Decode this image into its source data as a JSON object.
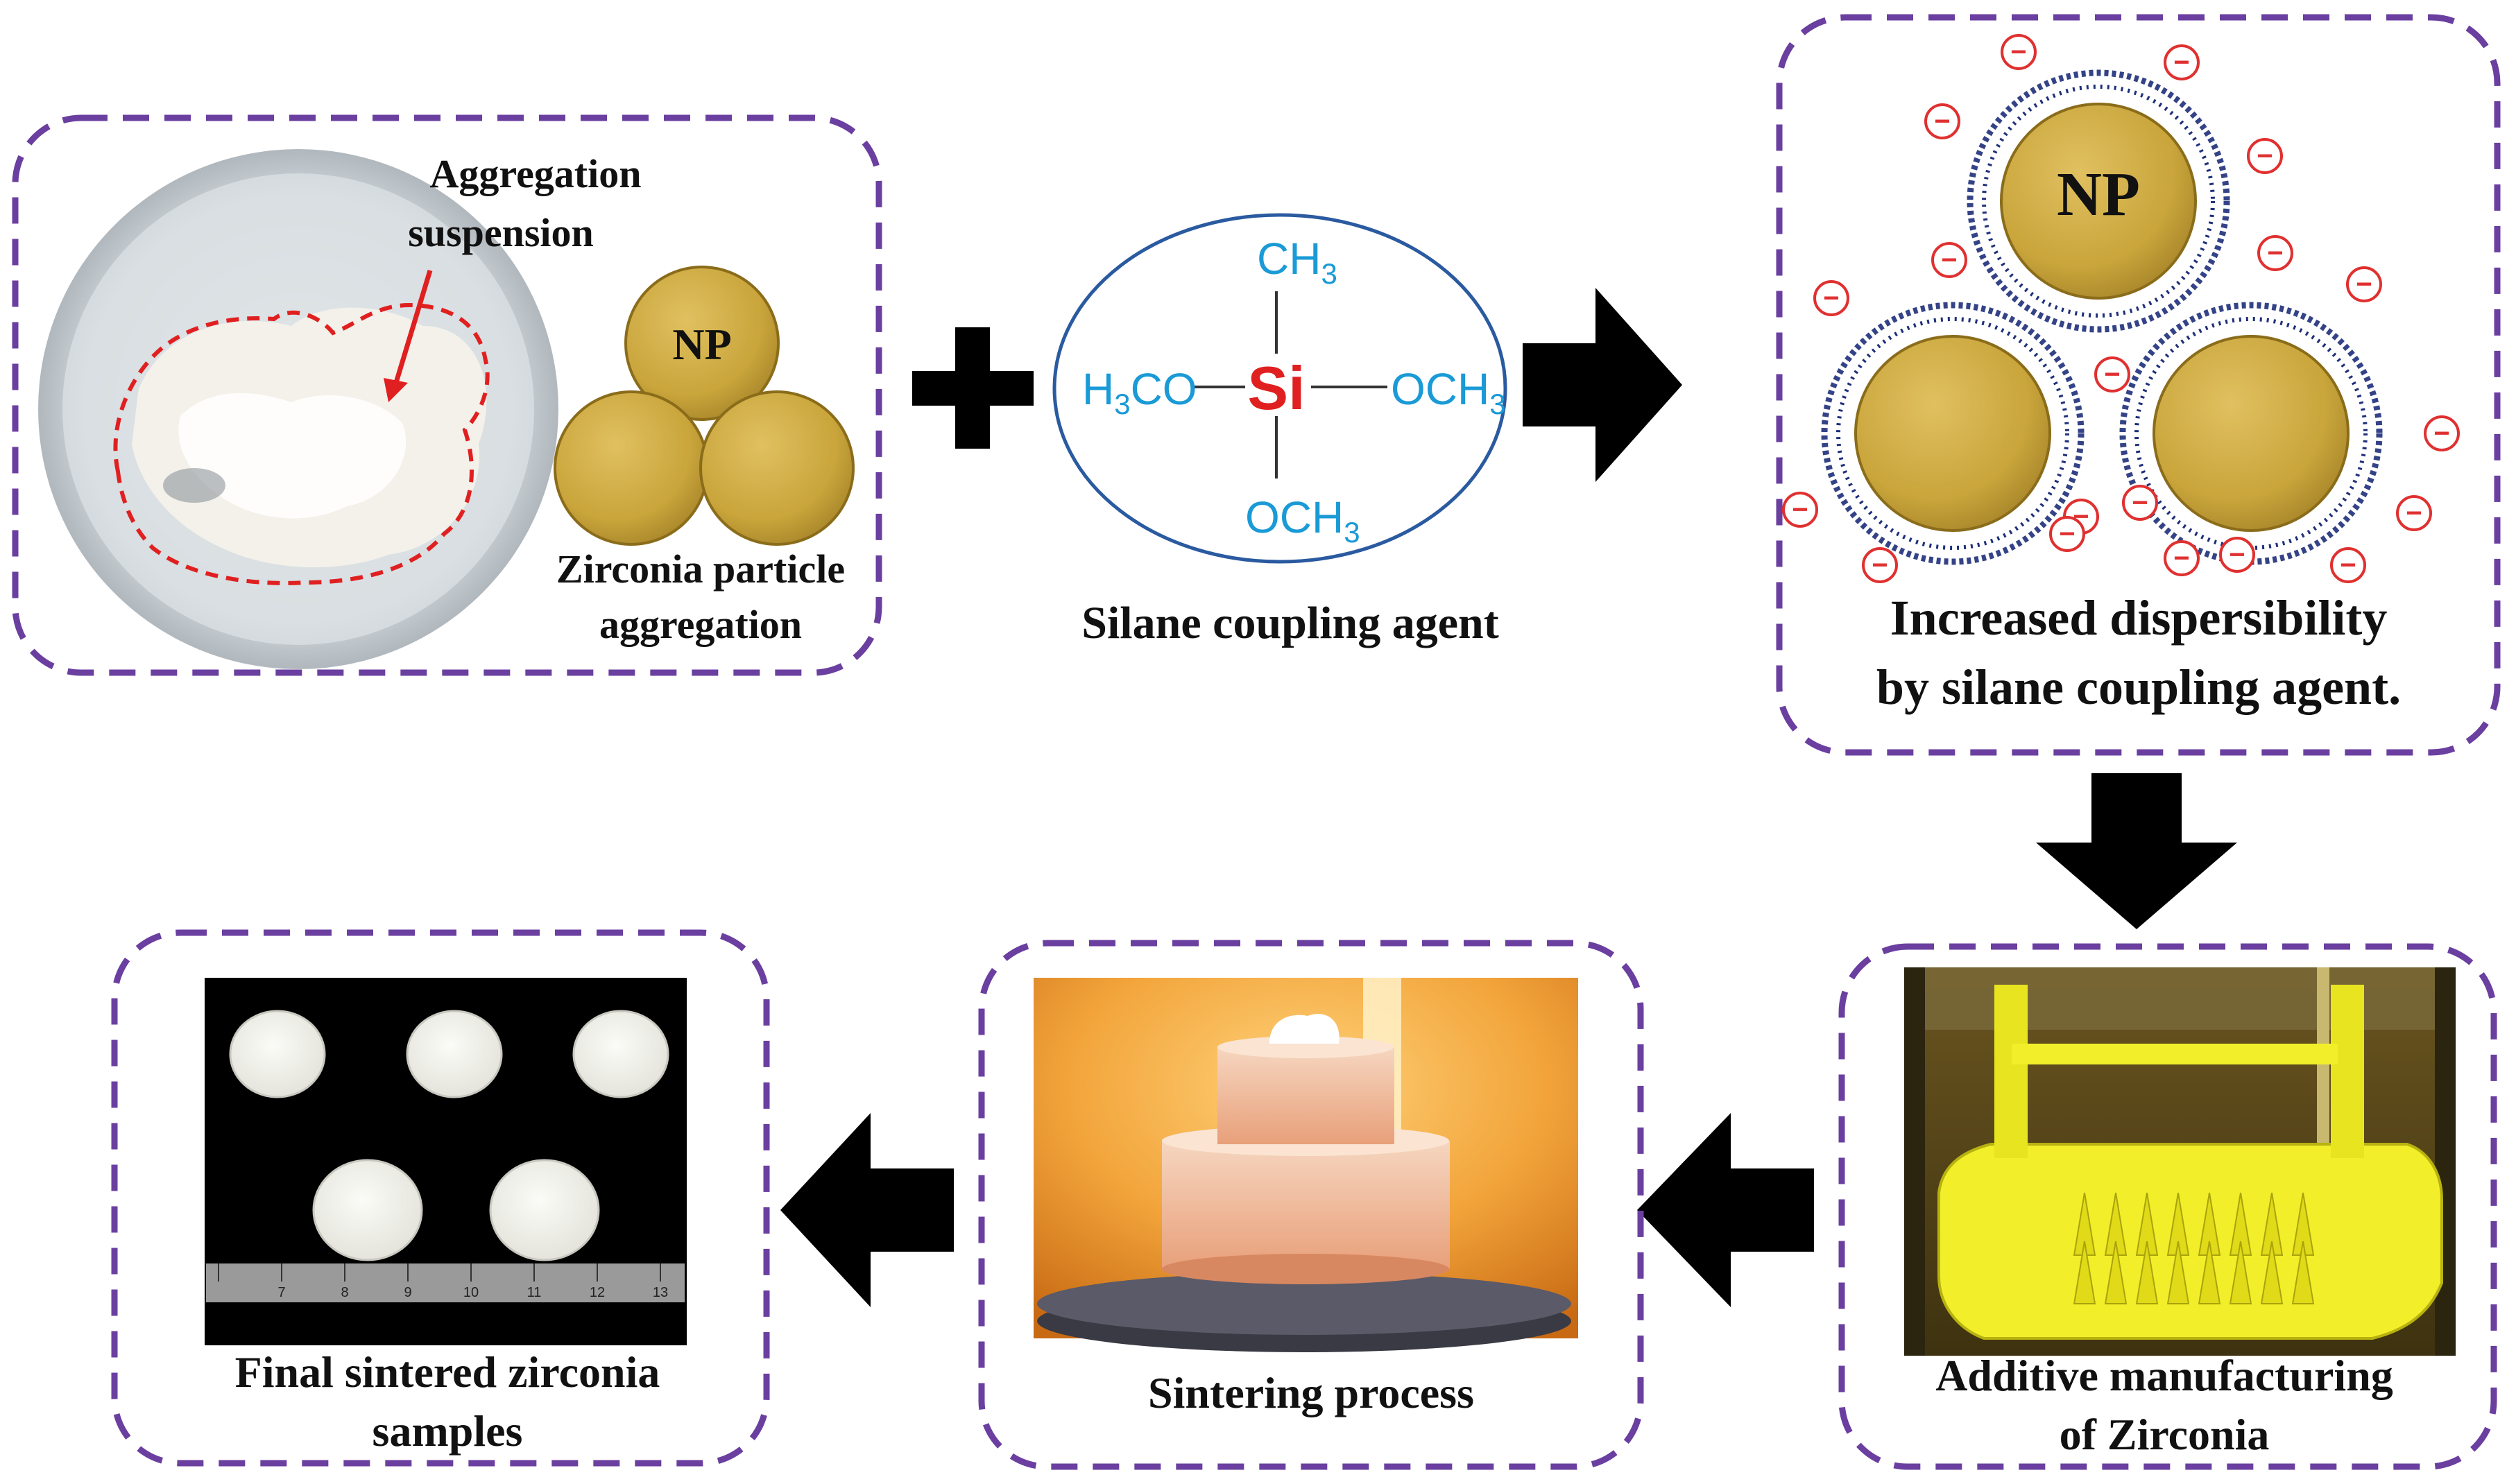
{
  "panels": {
    "aggregation": {
      "callout_line1": "Aggregation",
      "callout_line2": "suspension",
      "np_label": "NP",
      "caption_line1": "Zirconia particle",
      "caption_line2": "aggregation"
    },
    "silane": {
      "caption": "Silane coupling agent",
      "center_atom": "Si",
      "groups": {
        "top_main": "CH",
        "top_sub": "3",
        "left_a": "H",
        "left_sub": "3",
        "left_b": "CO",
        "right_main": "OCH",
        "right_sub": "3",
        "bottom_main": "OCH",
        "bottom_sub": "3"
      }
    },
    "dispersion": {
      "np_label": "NP",
      "charge_symbol": "−",
      "caption_line1": "Increased dispersibility",
      "caption_line2": "by silane coupling agent."
    },
    "additive": {
      "caption_line1": "Additive manufacturing",
      "caption_line2": "of Zirconia"
    },
    "sintering": {
      "caption": "Sintering process"
    },
    "final": {
      "caption_line1": "Final sintered zirconia",
      "caption_line2": "samples",
      "ruler_numbers": [
        "7",
        "8",
        "9",
        "10",
        "11",
        "12",
        "13"
      ]
    }
  },
  "colors": {
    "box_border": "#6a3fa0",
    "particle_gold": "#c9a53b",
    "particle_edge": "#8a6c1a",
    "coil_blue": "#1e2f7a",
    "charge_red": "#e03030",
    "silane_blue": "#1a9ad6",
    "silane_red": "#e02020",
    "printed_part": "#f2ef2a",
    "furnace_glow": "#f0a030"
  }
}
